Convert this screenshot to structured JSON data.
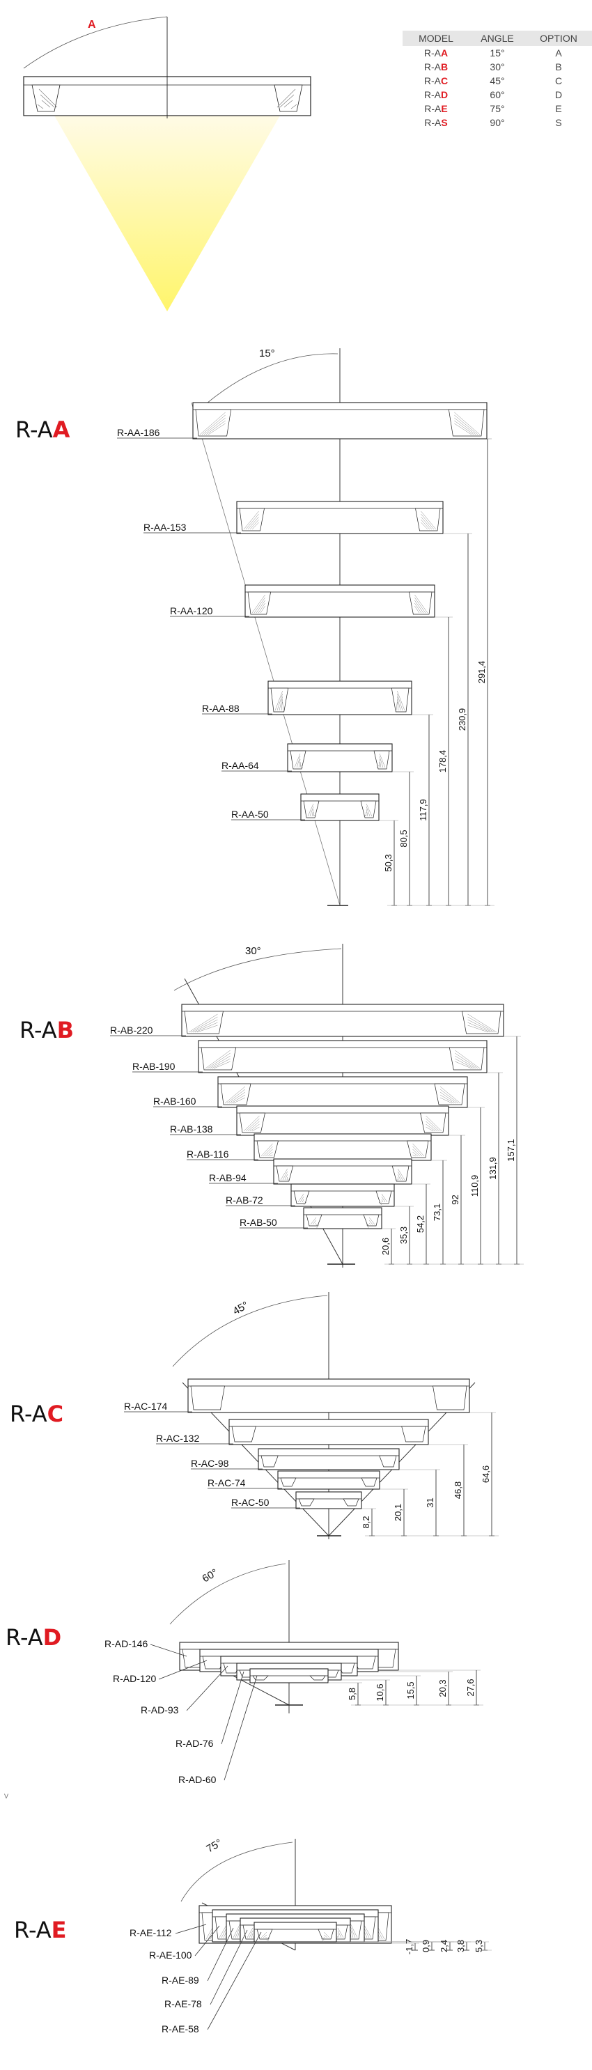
{
  "legend": {
    "angle_letter": "A",
    "headers": [
      "MODEL",
      "ANGLE",
      "OPTION"
    ],
    "rows": [
      {
        "prefix": "R-A",
        "suffix": "A",
        "angle": "15°",
        "option": "A"
      },
      {
        "prefix": "R-A",
        "suffix": "B",
        "angle": "30°",
        "option": "B"
      },
      {
        "prefix": "R-A",
        "suffix": "C",
        "angle": "45°",
        "option": "C"
      },
      {
        "prefix": "R-A",
        "suffix": "D",
        "angle": "60°",
        "option": "D"
      },
      {
        "prefix": "R-A",
        "suffix": "E",
        "angle": "75°",
        "option": "E"
      },
      {
        "prefix": "R-A",
        "suffix": "S",
        "angle": "90°",
        "option": "S"
      }
    ]
  },
  "sections": [
    {
      "id": "aa",
      "title_prefix": "R-A",
      "title_suffix": "A",
      "angle": "15°",
      "models": [
        "R-AA-186",
        "R-AA-153",
        "R-AA-120",
        "R-AA-88",
        "R-AA-64",
        "R-AA-50"
      ],
      "dims": [
        "291,4",
        "230,9",
        "178,4",
        "117,9",
        "80,5",
        "50,3"
      ]
    },
    {
      "id": "ab",
      "title_prefix": "R-A",
      "title_suffix": "B",
      "angle": "30°",
      "models": [
        "R-AB-220",
        "R-AB-190",
        "R-AB-160",
        "R-AB-138",
        "R-AB-116",
        "R-AB-94",
        "R-AB-72",
        "R-AB-50"
      ],
      "dims": [
        "157,1",
        "131,9",
        "110,9",
        "92",
        "73,1",
        "54,2",
        "35,3",
        "20,6"
      ]
    },
    {
      "id": "ac",
      "title_prefix": "R-A",
      "title_suffix": "C",
      "angle": "45°",
      "models": [
        "R-AC-174",
        "R-AC-132",
        "R-AC-98",
        "R-AC-74",
        "R-AC-50"
      ],
      "dims": [
        "64,6",
        "46,8",
        "31",
        "20,1",
        "8,2"
      ]
    },
    {
      "id": "ad",
      "title_prefix": "R-A",
      "title_suffix": "D",
      "angle": "60°",
      "models": [
        "R-AD-146",
        "R-AD-120",
        "R-AD-93",
        "R-AD-76",
        "R-AD-60"
      ],
      "dims": [
        "27,6",
        "20,3",
        "15,5",
        "10,6",
        "5,8"
      ]
    },
    {
      "id": "ae",
      "title_prefix": "R-A",
      "title_suffix": "E",
      "angle": "75°",
      "models": [
        "R-AE-112",
        "R-AE-100",
        "R-AE-89",
        "R-AE-78",
        "R-AE-58"
      ],
      "dims": [
        "-1,7",
        "0,9",
        "2,4",
        "3,8",
        "5,3"
      ]
    }
  ],
  "stray_mark": "V",
  "colors": {
    "accent": "#e01b22",
    "table_header_bg": "#e6e6e6",
    "light_top": "#fffbe6",
    "light_bottom": "#fff56b"
  }
}
